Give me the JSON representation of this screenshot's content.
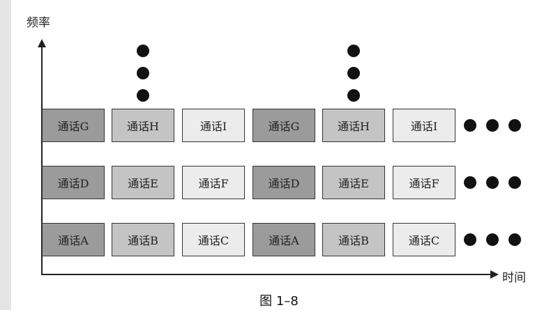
{
  "axes": {
    "y_label": "频率",
    "x_label": "时间"
  },
  "rows": [
    {
      "slots": [
        {
          "label": "通话G",
          "shade": "dark"
        },
        {
          "label": "通话H",
          "shade": "mid"
        },
        {
          "label": "通话I",
          "shade": "light"
        },
        {
          "label": "通话G",
          "shade": "dark"
        },
        {
          "label": "通话H",
          "shade": "mid"
        },
        {
          "label": "通话I",
          "shade": "light"
        }
      ]
    },
    {
      "slots": [
        {
          "label": "通话D",
          "shade": "dark"
        },
        {
          "label": "通话E",
          "shade": "mid"
        },
        {
          "label": "通话F",
          "shade": "light"
        },
        {
          "label": "通话D",
          "shade": "dark"
        },
        {
          "label": "通话E",
          "shade": "mid"
        },
        {
          "label": "通话F",
          "shade": "light"
        }
      ]
    },
    {
      "slots": [
        {
          "label": "通话A",
          "shade": "dark"
        },
        {
          "label": "通话B",
          "shade": "mid"
        },
        {
          "label": "通话C",
          "shade": "light"
        },
        {
          "label": "通话A",
          "shade": "dark"
        },
        {
          "label": "通话B",
          "shade": "mid"
        },
        {
          "label": "通话C",
          "shade": "light"
        }
      ]
    }
  ],
  "continuation": {
    "vertical_dot_count": 3,
    "horizontal_dot_count": 3
  },
  "caption": "图 1–8",
  "colors": {
    "dark": "#9b9b9b",
    "mid": "#c4c4c4",
    "light": "#ececec",
    "axis": "#222222"
  }
}
